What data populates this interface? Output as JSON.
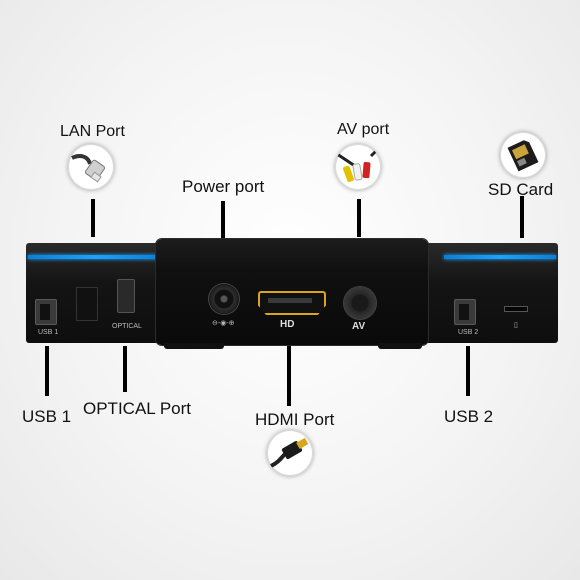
{
  "labels": {
    "lan": "LAN Port",
    "av": "AV port",
    "power": "Power port",
    "sd": "SD Card",
    "usb1": "USB 1",
    "optical": "OPTICAL Port",
    "hdmi": "HDMI Port",
    "usb2": "USB 2"
  },
  "device_marks": {
    "usb1": "USB 1",
    "optical": "OPTICAL",
    "hd": "HD",
    "av": "AV",
    "usb2": "USB 2"
  },
  "colors": {
    "accent_blue": "#19a3ff",
    "hdmi_gold": "#d9a51c",
    "device_body": "#121212"
  },
  "icons": [
    "lan-cable-icon",
    "av-cable-icon",
    "sd-card-icon",
    "hdmi-cable-icon"
  ]
}
